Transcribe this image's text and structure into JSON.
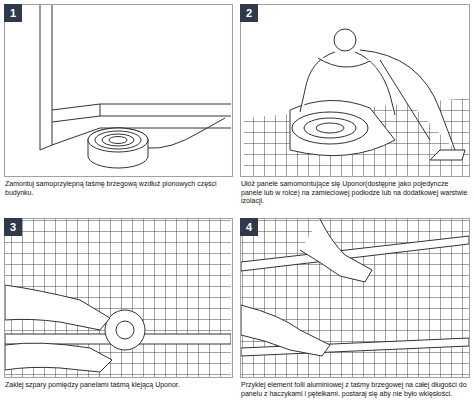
{
  "diagram": {
    "nodes": [
      {
        "text": [
          "Zamontuj samoprzylepną taśmę brzegową wzdłuż pionowych części budynku."
        ]
      },
      {
        "text": [
          "1"
        ],
        "in": 0
      },
      {
        "text": [
          "Ułóż panele samomontujące się Uponor(dostępne jako pojedyncze panele lub w rolce) na zamieciowej podłodze lub na dodatkowej warstwie izolacji."
        ]
      },
      {
        "text": [
          "2"
        ],
        "in": 2
      },
      {
        "text": [
          "Zaklej szpary pomiędzy panelami taśmą klejącą Uponor."
        ]
      },
      {
        "text": [
          "3"
        ],
        "in": 4
      },
      {
        "text": [
          "Przyklej element folii aluminiowej z taśmy brzegowej na całej długości do panelu z haczykami i pętelkami. postaraj się aby nie było wklęsłości."
        ]
      },
      {
        "text": [
          "4"
        ],
        "in": 6
      }
    ]
  }
}
